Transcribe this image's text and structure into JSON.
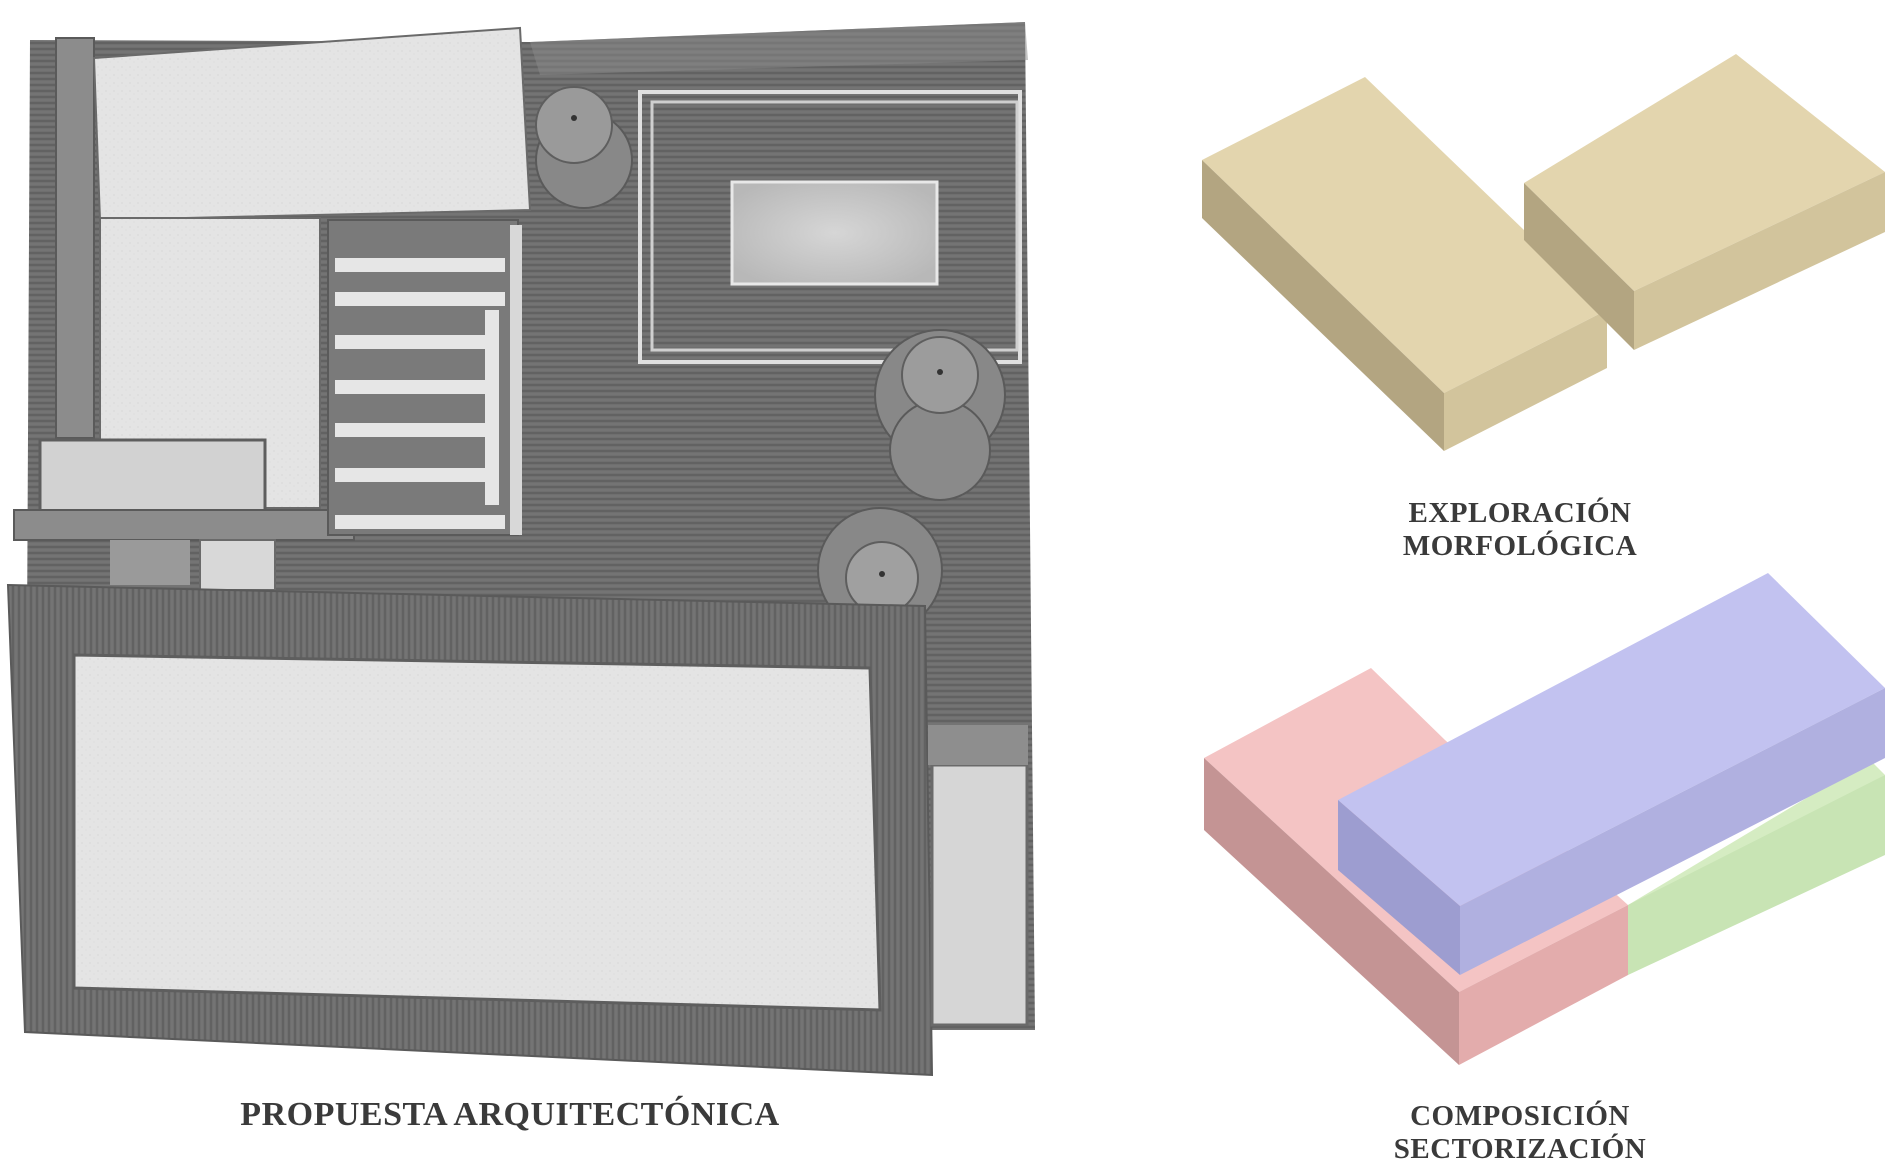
{
  "figure": {
    "panels": [
      {
        "id": "model",
        "caption_lines": [
          "PROPUESTA ARQUITECTÓNICA"
        ]
      },
      {
        "id": "exploration",
        "caption_lines": [
          "EXPLORACIÓN",
          "MORFOLÓGICA"
        ]
      },
      {
        "id": "composition",
        "caption_lines": [
          "COMPOSICIÓN",
          "SECTORIZACIÓN"
        ]
      }
    ]
  },
  "colors": {
    "volume_tan_top": "#e3d5ae",
    "volume_tan_left": "#b3a581",
    "volume_tan_right": "#d2c49c",
    "volume_pink_top": "#f4c4c4",
    "volume_pink_left": "#c49494",
    "volume_pink_right": "#e3acac",
    "volume_blue_top": "#c2c2f0",
    "volume_blue_left": "#9d9dd0",
    "volume_blue_right": "#b0b0e0",
    "volume_green_top": "#d5ecc2",
    "volume_green_right": "#c8e4b4",
    "model_base": "#6e6e6e",
    "model_light": "#e2e2e2",
    "model_mid": "#a8a8a8",
    "model_dark": "#5a5a5a"
  }
}
